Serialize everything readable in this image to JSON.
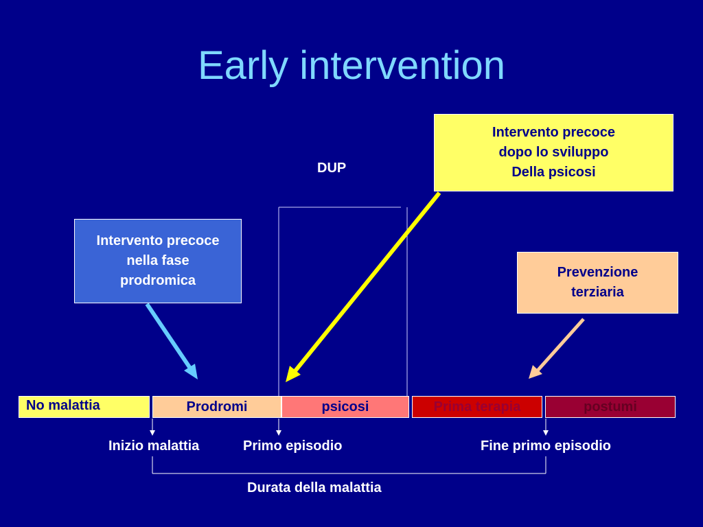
{
  "slide": {
    "title": "Early intervention",
    "dup_label": "DUP",
    "boxes": {
      "prodromal": {
        "lines": [
          "Intervento precoce",
          "nella fase",
          "prodromica"
        ]
      },
      "after_psychosis": {
        "lines": [
          "Intervento precoce",
          "dopo lo sviluppo",
          "Della psicosi"
        ]
      },
      "tertiary": {
        "lines": [
          "Prevenzione",
          "terziaria"
        ]
      }
    },
    "timeline": {
      "no_disease": "No malattia",
      "segments": [
        "Prodromi",
        "psicosi",
        "Prima terapia",
        "postumi"
      ]
    },
    "markers": {
      "illness_onset": "Inizio malattia",
      "first_episode": "Primo episodio",
      "end_first_episode": "Fine primo episodio"
    },
    "duration_label": "Durata della malattia"
  },
  "colors": {
    "background": "#00008a",
    "title": "#7fd8ff",
    "prodromal_box": "#3a64d6",
    "yellow_box": "#ffff66",
    "tertiary_box": "#ffcc99",
    "arrow_blue": "#66ccff",
    "arrow_yellow": "#ffff00",
    "arrow_peach": "#ffcc99",
    "seg_no_disease": "#ffff66",
    "seg_prodromi": "#ffcc99",
    "seg_psicosi": "#ff7777",
    "seg_prima_terapia": "#cc0000",
    "seg_postumi": "#990033"
  }
}
